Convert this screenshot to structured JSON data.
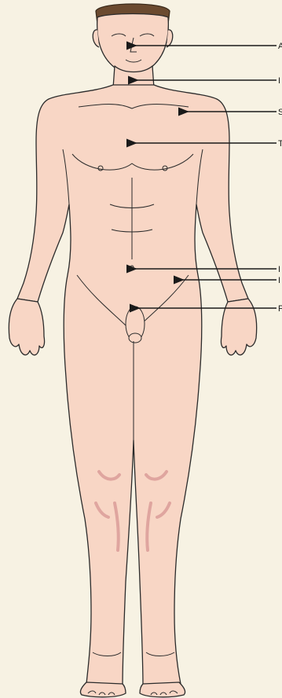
{
  "diagram": {
    "labels": [
      {
        "id": "mouth",
        "text": "A"
      },
      {
        "id": "neck",
        "text": "I"
      },
      {
        "id": "shoulder",
        "text": "S"
      },
      {
        "id": "chest",
        "text": "T"
      },
      {
        "id": "abdomen",
        "text": "I"
      },
      {
        "id": "groin",
        "text": "I"
      },
      {
        "id": "genitals",
        "text": "F"
      }
    ]
  },
  "colors": {
    "background": "#f7f2e3",
    "skin": "#f8d6c5",
    "outline": "#2b2b2b",
    "shading": "#d99a96",
    "hair": "#6b4a2f",
    "arrow": "#1a1a1a"
  }
}
